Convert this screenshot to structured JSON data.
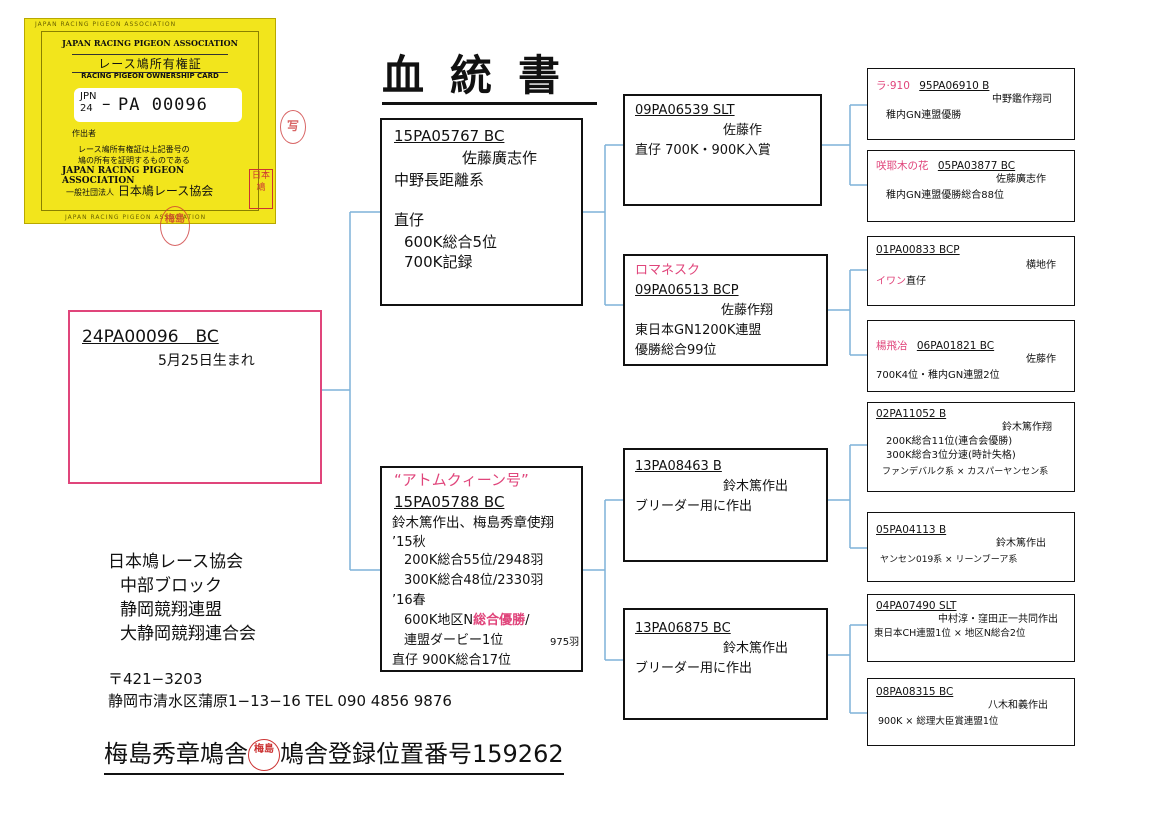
{
  "title": "血統書",
  "card": {
    "assoc_top": "JAPAN RACING PIGEON ASSOCIATION",
    "card_title_ja": "レース鳩所有権証",
    "card_title_en": "RACING PIGEON OWNERSHIP CARD",
    "jpn": "JPN",
    "year": "24",
    "dash": "–",
    "pa_number": "PA  00096",
    "maker_label": "作出者",
    "desc_line1": "レース鳩所有権証は上記番号の",
    "desc_line2": "鳩の所有を証明するものである",
    "assoc_bottom": "JAPAN RACING PIGEON ASSOCIATION",
    "corp_prefix": "一般社団法人",
    "corp_name": "日本鳩レース協会",
    "edge_text": "JAPAN RACING PIGEON ASSOCIATION",
    "seal_text": "日本鳩",
    "stamp1": "写",
    "stamp2": "梅島",
    "stamp3": "梅島"
  },
  "subject": {
    "ring": "24PA00096　BC",
    "birth": "5月25日生まれ"
  },
  "sire": {
    "ring": "15PA05767  BC",
    "breeder": "佐藤廣志作",
    "line": "中野長距離系",
    "note_label": "直仔",
    "result1": "600K総合5位",
    "result2": "700K記録"
  },
  "dam": {
    "name": "“アトムクィーン号”",
    "ring": "15PA05788  BC",
    "breeder": "鈴木篤作出、梅島秀章使翔",
    "season1": "’15秋",
    "r1": "200K総合55位/2948羽",
    "r2": "300K総合48位/2330羽",
    "season2": "’16春",
    "r3_prefix": "600K地区N",
    "r3_highlight": "総合優勝",
    "r3_suffix": "/",
    "r4": "連盟ダービー1位",
    "r4_count": "975羽",
    "r5": "直仔  900K総合17位"
  },
  "ss": {
    "ring": "09PA06539  SLT",
    "breeder": "佐藤作",
    "note": "直仔  700K・900K入賞"
  },
  "sd": {
    "name": "ロマネスク",
    "ring": "09PA06513  BCP",
    "breeder": "佐藤作翔",
    "r1": "東日本GN1200K連盟",
    "r2": "優勝総合99位"
  },
  "ds": {
    "ring": "13PA08463  B",
    "breeder": "鈴木篤作出",
    "note": "ブリーダー用に作出"
  },
  "dd": {
    "ring": "13PA06875  BC",
    "breeder": "鈴木篤作出",
    "note": "ブリーダー用に作出"
  },
  "g": [
    {
      "name": "ラ·910",
      "ring": "95PA06910  B",
      "breeder": "中野鑑作翔司",
      "note": "稚内GN連盟優勝"
    },
    {
      "name": "咲耶木の花",
      "ring": "05PA03877  BC",
      "breeder": "佐藤廣志作",
      "note": "稚内GN連盟優勝総合88位"
    },
    {
      "name": "",
      "ring": "01PA00833  BCP",
      "breeder": "横地作",
      "note_highlight": "イワン",
      "note": "直仔"
    },
    {
      "name": "楊飛冶",
      "ring": "06PA01821  BC",
      "breeder": "佐藤作",
      "note": "700K4位・稚内GN連盟2位"
    },
    {
      "name": "",
      "ring": "02PA11052  B",
      "breeder": "鈴木篤作翔",
      "note1": "200K総合11位(連合会優勝)",
      "note2": "300K総合3位分速(時計失格)",
      "note3": "ファンデバルク系 × カスパーヤンセン系"
    },
    {
      "name": "",
      "ring": "05PA04113  B",
      "breeder": "鈴木篤作出",
      "note": "ヤンセン019系 × リーンブーア系"
    },
    {
      "name": "",
      "ring": "04PA07490  SLT",
      "breeder": "中村淳・窪田正一共同作出",
      "note": "東日本CH連盟1位 × 地区N総合2位"
    },
    {
      "name": "",
      "ring": "08PA08315  BC",
      "breeder": "八木和義作出",
      "note": "900K × 総理大臣賞連盟1位"
    }
  ],
  "association": {
    "l1": "日本鳩レース協会",
    "l2": "中部ブロック",
    "l3": "静岡競翔連盟",
    "l4": "大静岡競翔連合会"
  },
  "address": {
    "postal": "〒421−3203",
    "addr": "静岡市清水区蒲原1−13−16  TEL  090  4856  9876"
  },
  "loft": {
    "name": "梅島秀章鳩舎",
    "seal": "梅島",
    "reg": "鳩舎登録位置番号159262"
  }
}
